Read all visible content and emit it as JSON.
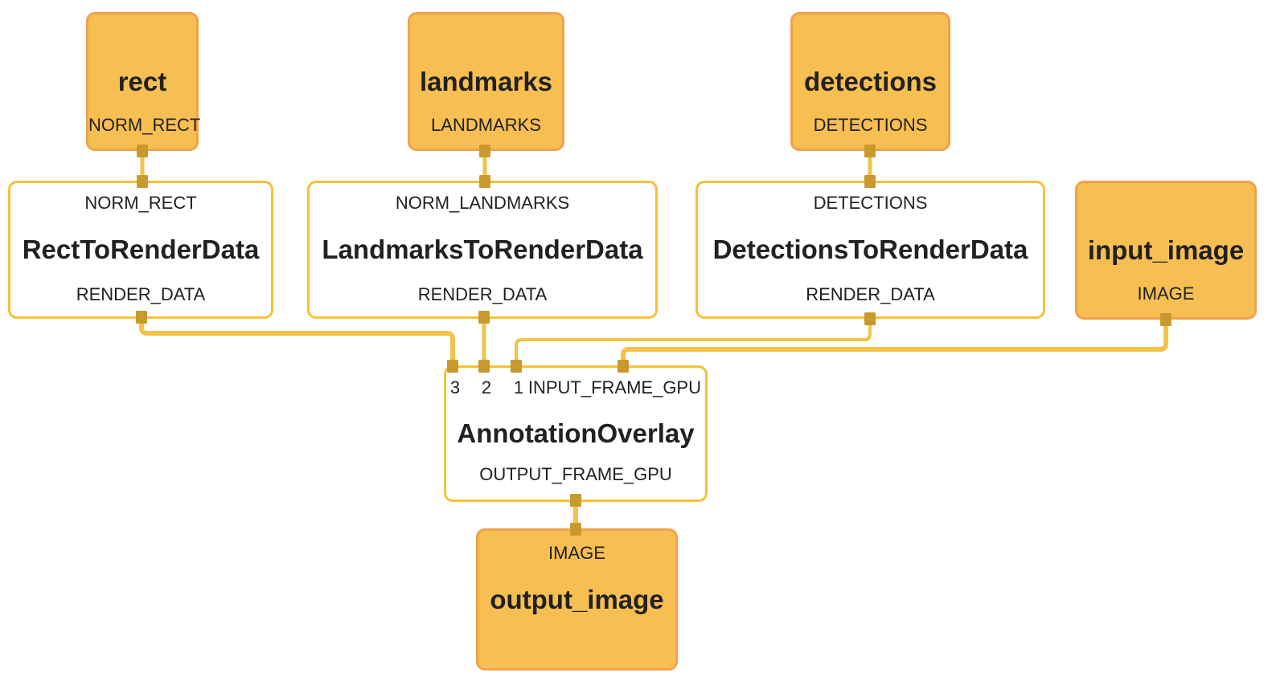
{
  "graph": {
    "kind": "mediapipe-style dataflow graph",
    "colors": {
      "background": "#FFFFFF",
      "stream_fill": "#F7BF52",
      "stream_border": "#F0A24C",
      "calc_fill": "#FFFFFF",
      "calc_border": "#F5C137",
      "wire": "#F3C24A",
      "port": "#C8992F",
      "text": "#212121"
    }
  },
  "nodes": {
    "rect": {
      "title": "rect",
      "port_label": "NORM_RECT"
    },
    "landmarks": {
      "title": "landmarks",
      "port_label": "LANDMARKS"
    },
    "detections": {
      "title": "detections",
      "port_label": "DETECTIONS"
    },
    "input_image": {
      "title": "input_image",
      "port_label": "IMAGE"
    },
    "rect_to_render": {
      "input_label": "NORM_RECT",
      "title": "RectToRenderData",
      "output_label": "RENDER_DATA"
    },
    "landmarks_to_render": {
      "input_label": "NORM_LANDMARKS",
      "title": "LandmarksToRenderData",
      "output_label": "RENDER_DATA"
    },
    "detections_to_render": {
      "input_label": "DETECTIONS",
      "title": "DetectionsToRenderData",
      "output_label": "RENDER_DATA"
    },
    "annotation_overlay": {
      "input_ports": [
        "3",
        "2",
        "1"
      ],
      "input_label": "INPUT_FRAME_GPU",
      "title": "AnnotationOverlay",
      "output_label": "OUTPUT_FRAME_GPU"
    },
    "output_image": {
      "input_label": "IMAGE",
      "title": "output_image"
    }
  },
  "edges": [
    {
      "from": "rect:NORM_RECT",
      "to": "RectToRenderData:NORM_RECT"
    },
    {
      "from": "landmarks:LANDMARKS",
      "to": "LandmarksToRenderData:NORM_LANDMARKS"
    },
    {
      "from": "detections:DETECTIONS",
      "to": "DetectionsToRenderData:DETECTIONS"
    },
    {
      "from": "RectToRenderData:RENDER_DATA",
      "to": "AnnotationOverlay:3"
    },
    {
      "from": "LandmarksToRenderData:RENDER_DATA",
      "to": "AnnotationOverlay:2"
    },
    {
      "from": "DetectionsToRenderData:RENDER_DATA",
      "to": "AnnotationOverlay:1"
    },
    {
      "from": "input_image:IMAGE",
      "to": "AnnotationOverlay:INPUT_FRAME_GPU"
    },
    {
      "from": "AnnotationOverlay:OUTPUT_FRAME_GPU",
      "to": "output_image:IMAGE"
    }
  ]
}
